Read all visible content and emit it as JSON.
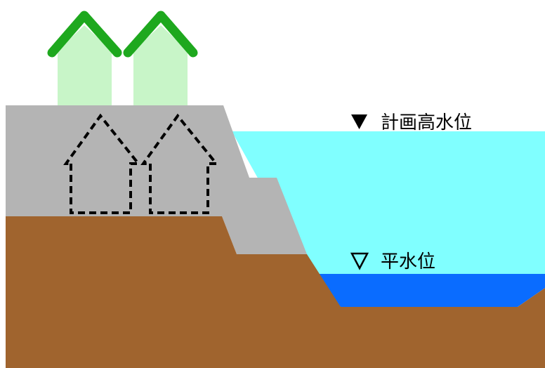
{
  "labels": {
    "high_water": "計画高水位",
    "normal_water": "平水位"
  },
  "symbols": {
    "high_water_marker": "filled-down-triangle",
    "normal_water_marker": "outline-down-triangle"
  },
  "colors": {
    "background": "#ffffff",
    "ground": "#a0642e",
    "levee": "#b4b4b4",
    "flood_water": "#80ffff",
    "normal_water": "#0a6cff",
    "house_body": "#c8f5c8",
    "house_roof": "#1ea81e",
    "dashed_outline": "#000000",
    "text": "#000000"
  }
}
